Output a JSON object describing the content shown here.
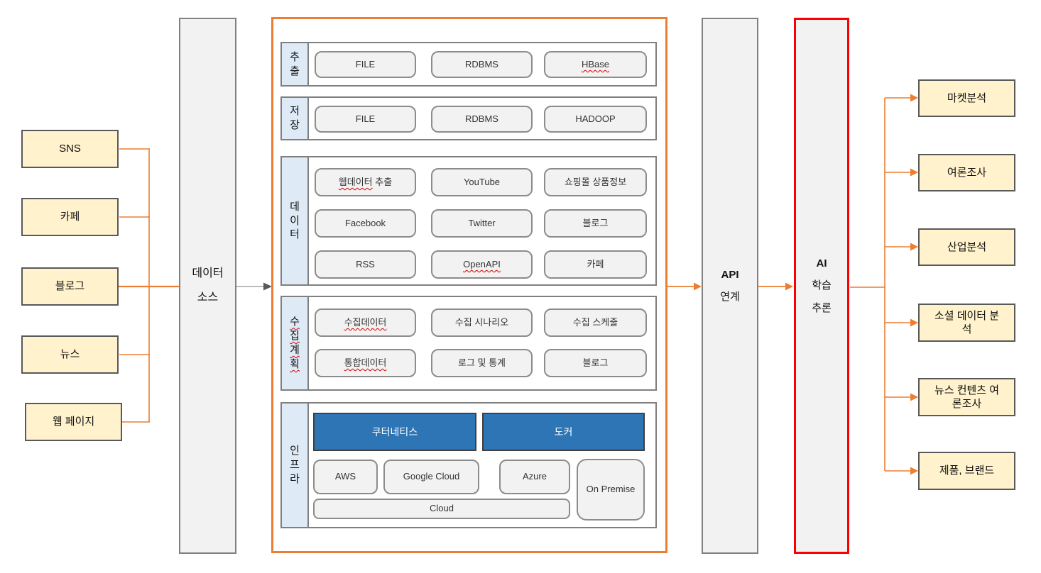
{
  "colors": {
    "accent_orange": "#ED7D31",
    "node_yellow": "#FFF2CC",
    "row_label_blue": "#DEEBF7",
    "infra_blue": "#2E75B6",
    "highlight_red": "#FF0000",
    "pillar_gray": "#F2F2F2"
  },
  "sources": [
    "SNS",
    "카페",
    "블로그",
    "뉴스",
    "웹 페이지"
  ],
  "data_source": [
    "데이터",
    "소스"
  ],
  "pipeline": {
    "rows": [
      {
        "label": [
          "추",
          "출"
        ],
        "items": [
          [
            "FILE",
            "RDBMS",
            "HBase"
          ]
        ]
      },
      {
        "label": [
          "저",
          "장"
        ],
        "items": [
          [
            "FILE",
            "RDBMS",
            "HADOOP"
          ]
        ]
      },
      {
        "label": [
          "데",
          "이",
          "터"
        ],
        "items": [
          [
            {
              "a": "웹데이터",
              "b": " 추출"
            },
            "YouTube",
            "쇼핑몰 상품정보"
          ],
          [
            "Facebook",
            "Twitter",
            "블로그"
          ],
          [
            "RSS",
            "OpenAPI",
            "카페"
          ]
        ]
      },
      {
        "label": [
          "수",
          "집",
          "계",
          "획"
        ],
        "items": [
          [
            "수집데이터",
            "수집 시나리오",
            "수집 스케줄"
          ],
          [
            "통합데이터",
            "로그 및 통계",
            "블로그"
          ]
        ]
      },
      {
        "label": [
          "인",
          "프",
          "라"
        ],
        "platform": [
          "쿠터네티스",
          "도커"
        ],
        "cloud": [
          "AWS",
          "Google Cloud",
          "Azure",
          "On Premise",
          "Cloud"
        ]
      }
    ]
  },
  "api_link": [
    "API",
    "연계"
  ],
  "ai_engine": [
    "AI",
    "학습",
    "추론"
  ],
  "outputs": [
    "마켓분석",
    "여론조사",
    "산업분석",
    "소셜 데이터 분석",
    "뉴스 컨텐츠 여론조사",
    "제품, 브랜드"
  ]
}
